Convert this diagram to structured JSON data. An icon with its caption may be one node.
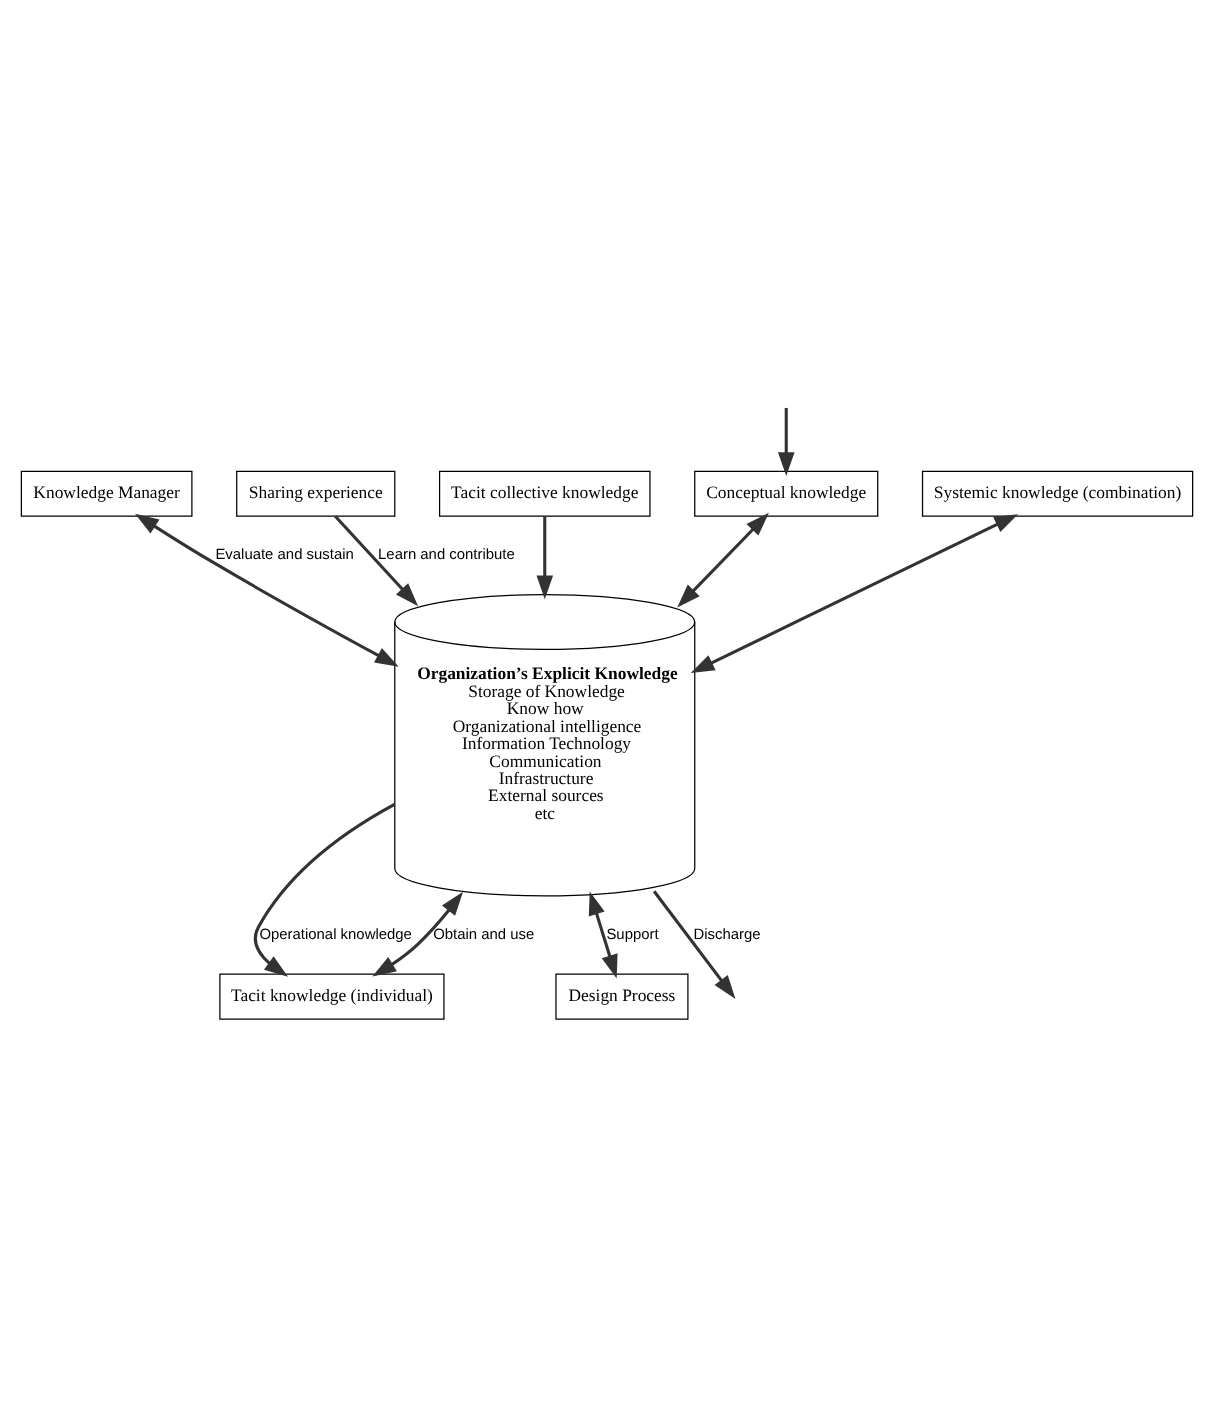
{
  "diagram": {
    "nodes": [
      {
        "text": [
          "Knowledge Manager"
        ]
      },
      {
        "text": [
          "Organization’s Explicit Knowledge",
          "Storage of Knowledge",
          "Know how",
          "Organizational intelligence",
          "Information Technology",
          "Communication",
          "Infrastructure",
          "External sources",
          "etc"
        ]
      },
      {
        "text": [
          "Tacit knowledge (individual)"
        ]
      },
      {
        "text": [
          "Sharing experience"
        ]
      },
      {
        "text": [
          "Tacit collective knowledge"
        ]
      },
      {
        "text": [
          "Conceptual knowledge"
        ]
      },
      {
        "text": [
          "Systemic knowledge (combination)"
        ]
      },
      {
        "text": [
          "Design Process"
        ]
      }
    ],
    "edges": [
      {
        "from": 0,
        "to": 1,
        "arrow": "both",
        "label": "Evaluate and sustain"
      },
      {
        "from": 1,
        "to": 2,
        "arrow": "to",
        "label": "Operational knowledge"
      },
      {
        "from": 2,
        "to": 1,
        "arrow": "both",
        "label": "Obtain and use"
      },
      {
        "from": 3,
        "to": 1,
        "arrow": "to",
        "label": "Learn and contribute"
      },
      {
        "from": 4,
        "to": 1,
        "arrow": "to"
      },
      {
        "from": 5,
        "to": 1,
        "arrow": "both"
      },
      {
        "from": 6,
        "to": 1,
        "arrow": "both"
      },
      {
        "from": 1,
        "to": 7,
        "arrow": "both",
        "label": "Support"
      },
      {
        "from": null,
        "to": 5,
        "arrow": "to"
      },
      {
        "from": 1,
        "to": null,
        "arrow": "to",
        "label": "Discharge"
      }
    ]
  }
}
